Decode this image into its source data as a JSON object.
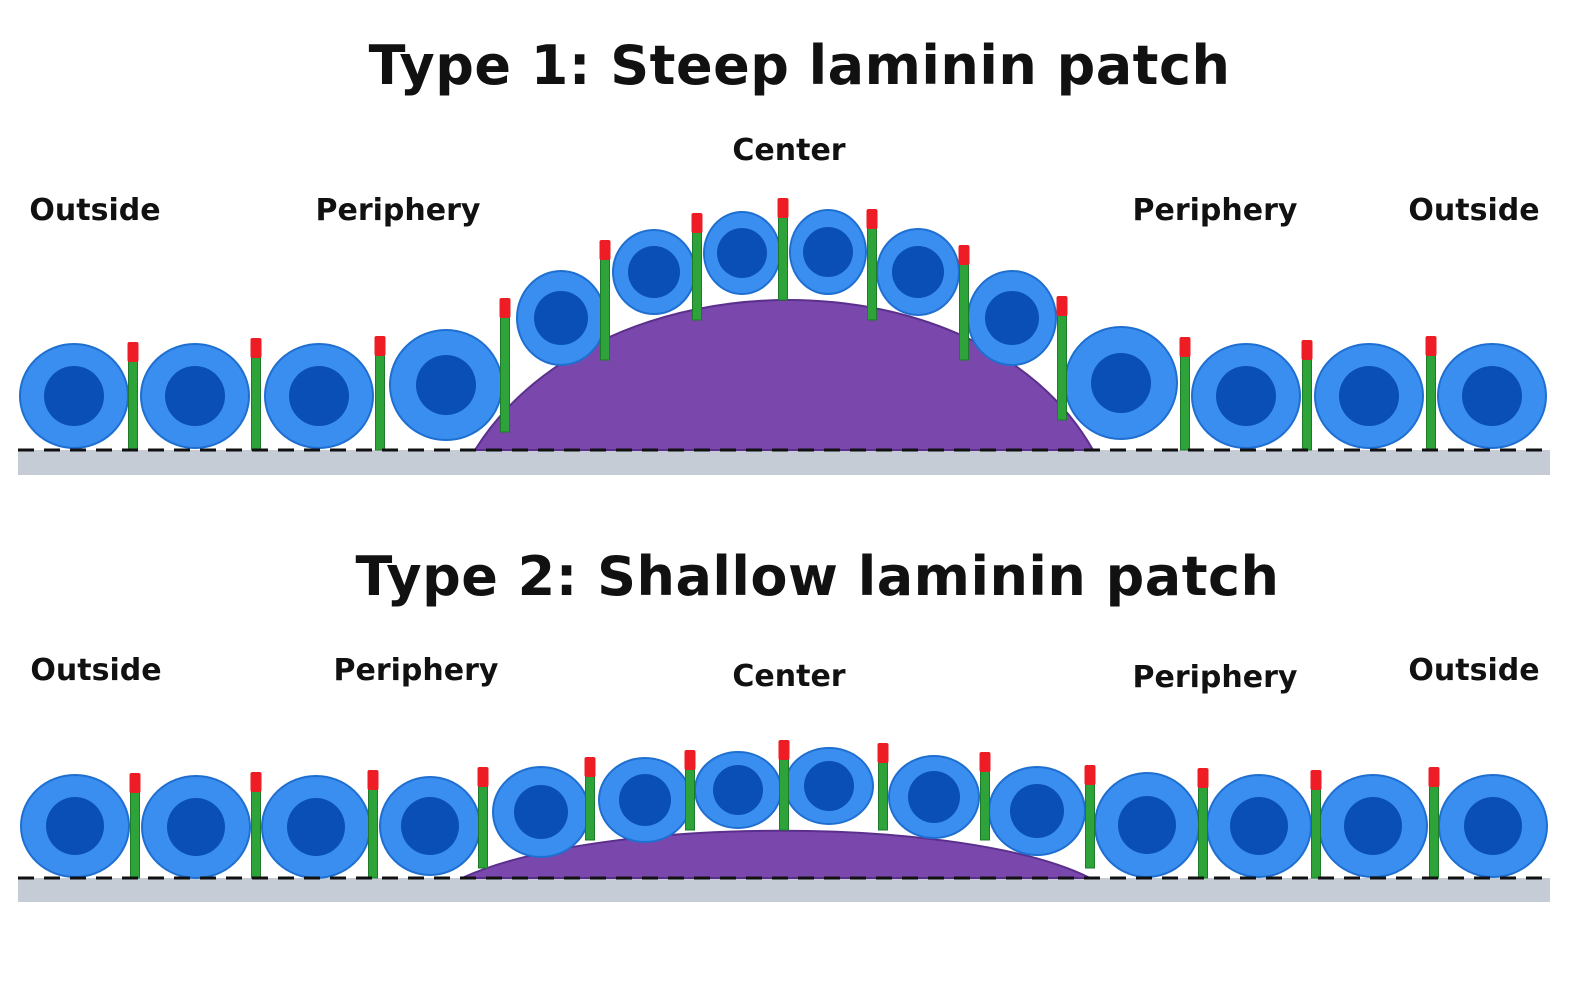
{
  "type1": {
    "title": "Type 1: Steep laminin patch",
    "labels": {
      "outside_left": "Outside",
      "periphery_left": "Periphery",
      "center": "Center",
      "periphery_right": "Periphery",
      "outside_right": "Outside"
    }
  },
  "type2": {
    "title": "Type 2: Shallow laminin patch",
    "labels": {
      "outside_left": "Outside",
      "periphery_left": "Periphery",
      "center": "Center",
      "periphery_right": "Periphery",
      "outside_right": "Outside"
    }
  },
  "colors": {
    "cell_outer": "#3a8ef0",
    "cell_outline": "#1f6fd0",
    "cell_nucleus": "#0a4fb5",
    "laminin_patch": "#7a48ad",
    "adhesion_stalk": "#2ea33a",
    "adhesion_tip": "#ee1c24",
    "substrate": "#c5ccd6"
  }
}
